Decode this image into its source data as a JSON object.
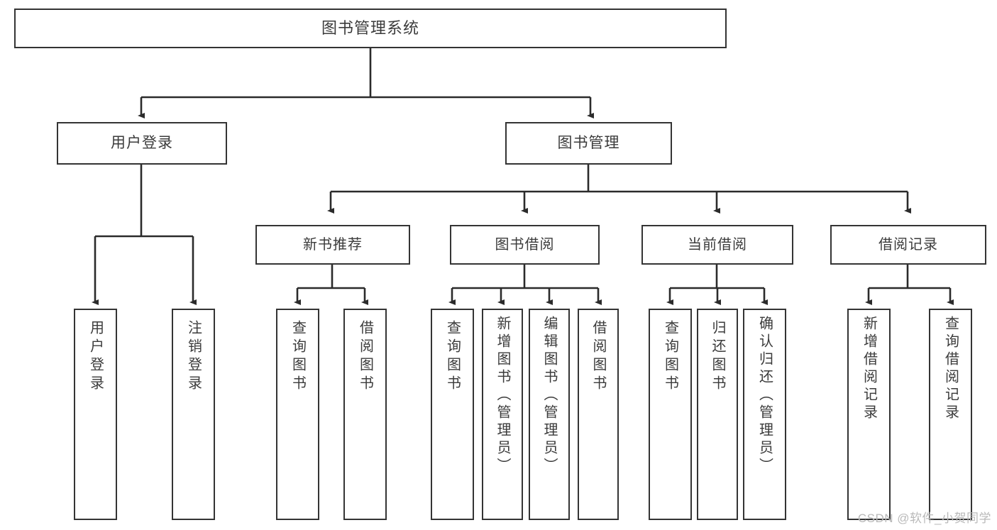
{
  "diagram": {
    "title": "图书管理系统",
    "watermark": "CSDN @软件_小贺同学",
    "colors": {
      "box_border": "#343434",
      "box_fill": "#ffffff",
      "text": "#3b3b3b",
      "connector": "#2b2b2b",
      "watermark": "#b9b9b9",
      "background": "#ffffff"
    },
    "root": {
      "label": "图书管理系统"
    },
    "level1": [
      {
        "label": "用户登录"
      },
      {
        "label": "图书管理"
      }
    ],
    "level2": [
      {
        "label": "新书推荐"
      },
      {
        "label": "图书借阅"
      },
      {
        "label": "当前借阅"
      },
      {
        "label": "借阅记录"
      }
    ],
    "leaves": {
      "user_login": [
        {
          "label": "用户登录"
        },
        {
          "label": "注销登录"
        }
      ],
      "new_book_recommend": [
        {
          "label": "查询图书"
        },
        {
          "label": "借阅图书"
        }
      ],
      "book_borrow": [
        {
          "label": "查询图书"
        },
        {
          "label": "新增图书（管理员）"
        },
        {
          "label": "编辑图书（管理员）"
        },
        {
          "label": "借阅图书"
        }
      ],
      "current_borrow": [
        {
          "label": "查询图书"
        },
        {
          "label": "归还图书"
        },
        {
          "label": "确认归还（管理员）"
        }
      ],
      "borrow_record": [
        {
          "label": "新增借阅记录"
        },
        {
          "label": "查询借阅记录"
        }
      ]
    }
  }
}
